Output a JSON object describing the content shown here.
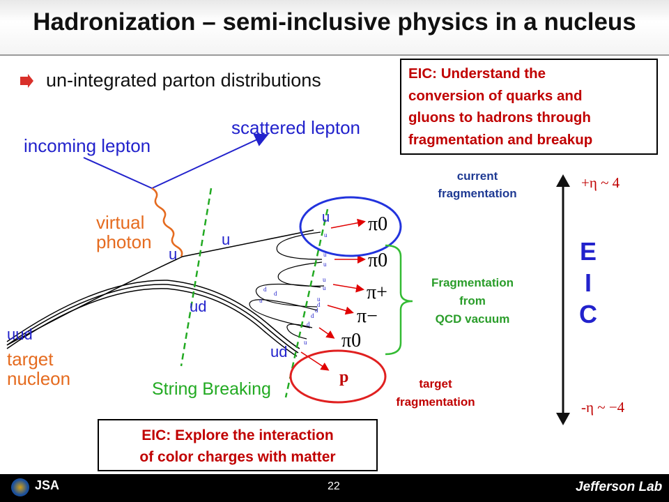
{
  "title": "Hadronization – semi-inclusive physics in a nucleus",
  "bullet": "un-integrated parton distributions",
  "box_top": [
    "EIC: Understand the",
    "conversion of quarks and",
    "gluons to hadrons through",
    "fragmentation and breakup"
  ],
  "box_bottom": [
    "EIC: Explore the interaction",
    "of color charges with matter"
  ],
  "labels": {
    "current_fragmentation": [
      "current",
      "fragmentation"
    ],
    "fragmentation_vacuum": [
      "Fragmentation",
      "from",
      "QCD vacuum"
    ],
    "target_fragmentation": [
      "target",
      "fragmentation"
    ],
    "eic": [
      "E",
      "I",
      "C"
    ],
    "eta_plus": "+η ~ 4",
    "eta_minus": "-η ~ −4"
  },
  "diagram": {
    "incoming_lepton": "incoming lepton",
    "scattered_lepton": "scattered lepton",
    "virtual_photon": [
      "virtual",
      "photon"
    ],
    "target_nucleon": [
      "target",
      "nucleon"
    ],
    "uud": "uud",
    "string_breaking": "String Breaking",
    "u_in": "u",
    "u_out": "u",
    "ud_mid": "ud",
    "ud_low": "ud",
    "u_top": "u",
    "hadrons": [
      "π0",
      "π0",
      "π+",
      "π−",
      "π0"
    ],
    "proton": "p",
    "small_labels": [
      "u",
      "u",
      "u",
      "u",
      "u",
      "d",
      "d",
      "u",
      "u",
      "d",
      "d",
      "d",
      "d",
      "u"
    ]
  },
  "footer": {
    "page": "22",
    "brand": "Jefferson Lab",
    "logo2": "JSA"
  },
  "colors": {
    "blue": "#2222cc",
    "red": "#c00000",
    "green": "#2a9d2a",
    "orange": "#e56b1f"
  }
}
